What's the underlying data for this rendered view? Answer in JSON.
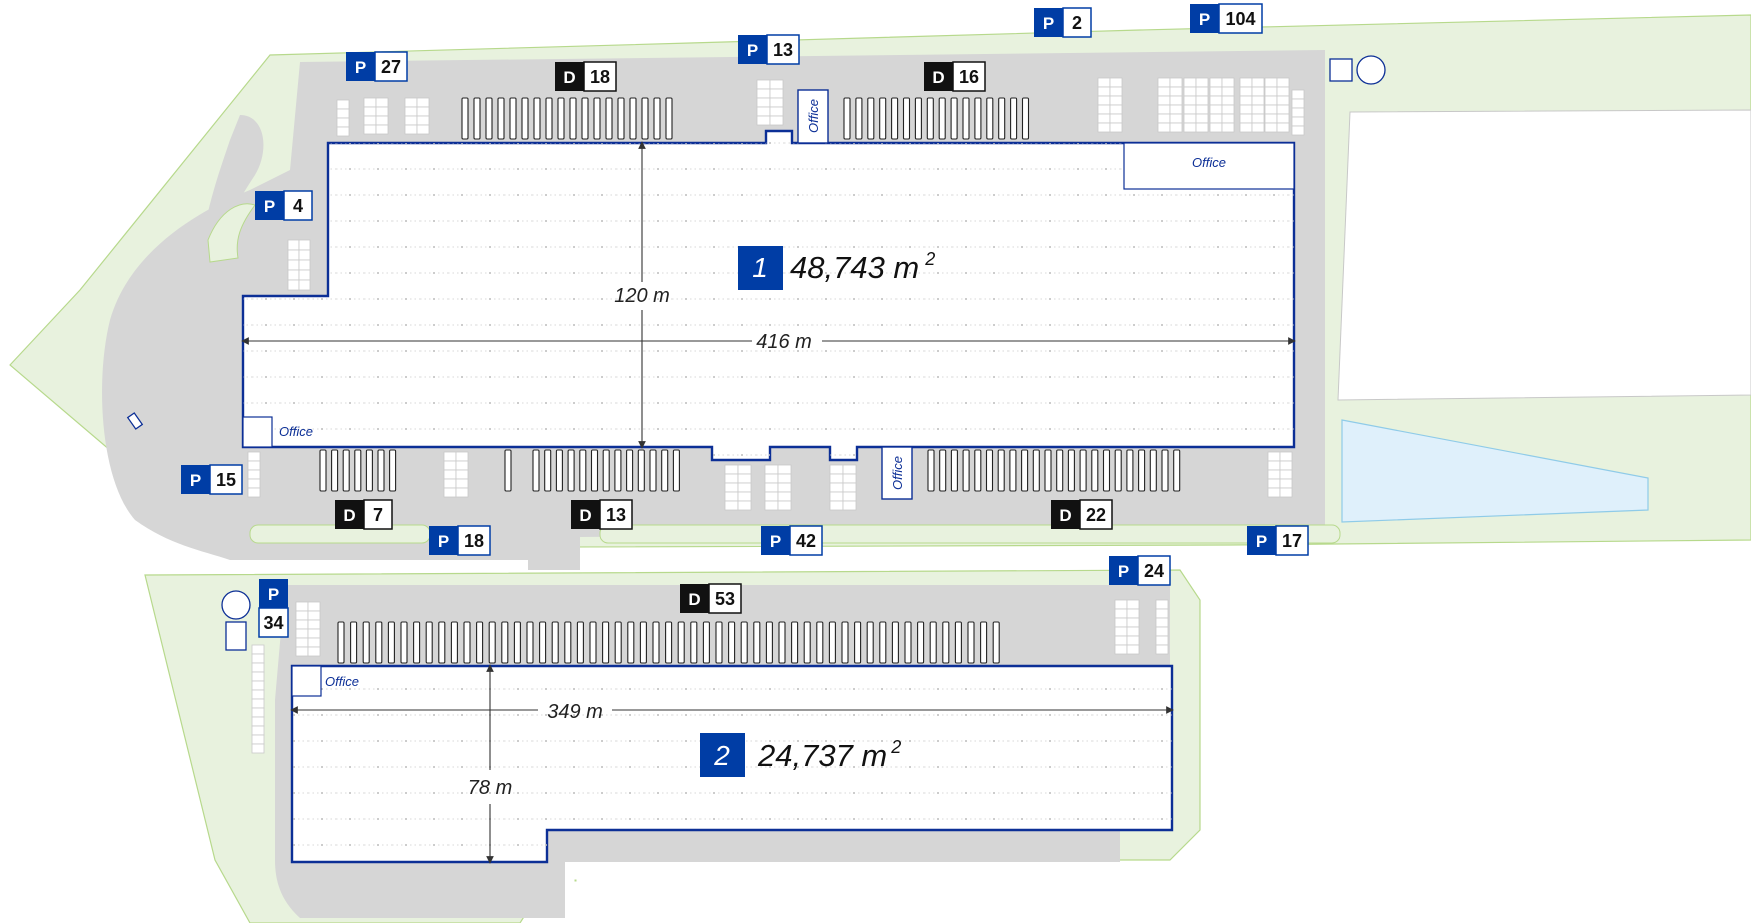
{
  "colors": {
    "grass": "#e8f2de",
    "grass_edge": "#b7d98c",
    "asphalt": "#d6d6d6",
    "building_fill": "#ffffff",
    "building_outline": "#0c2f96",
    "brand_blue": "#003da5",
    "dock_black": "#111111",
    "water": "#dff0fb",
    "water_edge": "#8fcbe8",
    "grid": "#c9c9c9",
    "dimension": "#333333"
  },
  "legend": {
    "parking_letter": "P",
    "dock_letter": "D"
  },
  "buildings": [
    {
      "number": "1",
      "area": "48,743 m",
      "area_sup": "2",
      "length": "416 m",
      "depth": "120 m"
    },
    {
      "number": "2",
      "area": "24,737 m",
      "area_sup": "2",
      "length": "349 m",
      "depth": "78 m"
    }
  ],
  "office_label": "Office",
  "parking_badges": [
    "27",
    "13",
    "2",
    "104",
    "4",
    "15",
    "18",
    "42",
    "17",
    "34",
    "24"
  ],
  "dock_badges": [
    "18",
    "16",
    "7",
    "13",
    "22",
    "53"
  ],
  "icons": [
    "square-symbol-icon",
    "circle-symbol-icon"
  ]
}
